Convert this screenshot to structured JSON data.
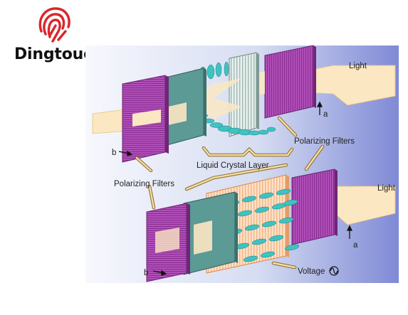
{
  "logo": {
    "text": "Dingtouch"
  },
  "labels": {
    "light_top": "Light",
    "light_bottom": "Light",
    "a_top": "a",
    "a_bottom": "a",
    "b_top": "b",
    "b_bottom": "b",
    "polarizing_filters_right": "Polarizing Filters",
    "polarizing_filters_left": "Polarizing Filters",
    "liquid_crystal_layer": "Liquid Crystal Layer",
    "voltage": "Voltage"
  }
}
